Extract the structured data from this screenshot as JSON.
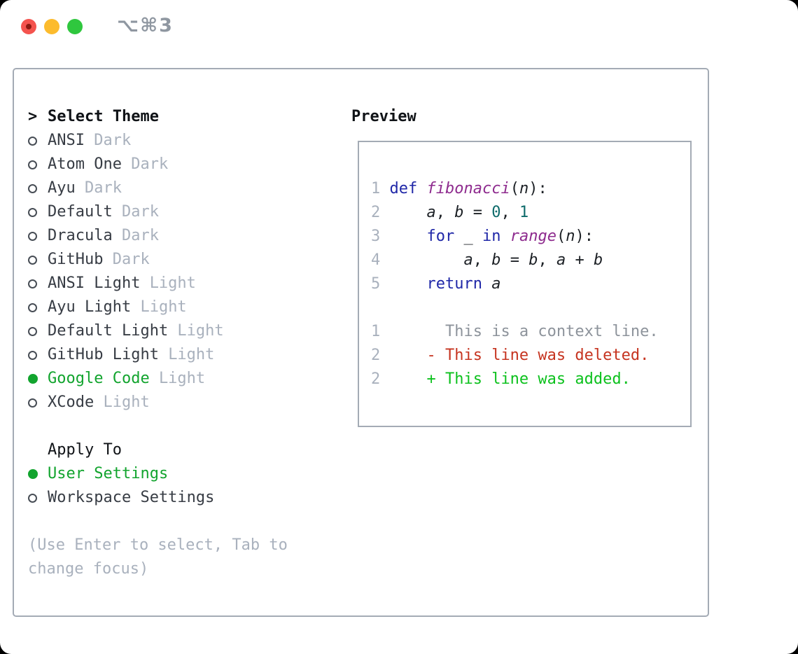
{
  "window": {
    "title": "⌥⌘3"
  },
  "colors": {
    "accent_green": "#12a42e",
    "text_primary": "#373c44",
    "text_heading": "#101317",
    "text_secondary": "#a9b1bd",
    "border": "#a4abb5",
    "title_gray": "#8f97a1",
    "traffic_red": "#f4534e",
    "traffic_red_dot": "#8c1a12",
    "traffic_yellow": "#fcbb2d",
    "traffic_green": "#2fc73e",
    "code_keyword": "#2028a8",
    "code_function": "#8e2b8e",
    "code_literal": "#0e6b6b",
    "code_plain": "#1d2126",
    "code_line_number": "#a9b1bd",
    "diff_context": "#8d939b",
    "diff_deleted": "#c63420",
    "diff_added": "#0cc11d"
  },
  "picker": {
    "header_prefix": ">",
    "header_label": "Select Theme",
    "items": [
      {
        "label": "ANSI",
        "variant": "Dark",
        "selected": false
      },
      {
        "label": "Atom One",
        "variant": "Dark",
        "selected": false
      },
      {
        "label": "Ayu",
        "variant": "Dark",
        "selected": false
      },
      {
        "label": "Default",
        "variant": "Dark",
        "selected": false
      },
      {
        "label": "Dracula",
        "variant": "Dark",
        "selected": false
      },
      {
        "label": "GitHub",
        "variant": "Dark",
        "selected": false
      },
      {
        "label": "ANSI Light",
        "variant": "Light",
        "selected": false
      },
      {
        "label": "Ayu Light",
        "variant": "Light",
        "selected": false
      },
      {
        "label": "Default Light",
        "variant": "Light",
        "selected": false
      },
      {
        "label": "GitHub Light",
        "variant": "Light",
        "selected": false
      },
      {
        "label": "Google Code",
        "variant": "Light",
        "selected": true
      },
      {
        "label": "XCode",
        "variant": "Light",
        "selected": false
      }
    ],
    "apply_to": {
      "label": "Apply To",
      "options": [
        {
          "label": "User Settings",
          "selected": true
        },
        {
          "label": "Workspace Settings",
          "selected": false
        }
      ]
    },
    "hint": "(Use Enter to select, Tab to change focus)"
  },
  "preview": {
    "title": "Preview",
    "lines": [
      {
        "segments": [
          {
            "t": "1 ",
            "c": "ln"
          },
          {
            "t": "def",
            "c": "kw"
          },
          {
            "t": " ",
            "c": "pln"
          },
          {
            "t": "fibonacci",
            "c": "fn"
          },
          {
            "t": "(",
            "c": "pln"
          },
          {
            "t": "n",
            "c": "var"
          },
          {
            "t": "):",
            "c": "pln"
          }
        ]
      },
      {
        "segments": [
          {
            "t": "2 ",
            "c": "ln"
          },
          {
            "t": "    ",
            "c": "pln"
          },
          {
            "t": "a",
            "c": "var"
          },
          {
            "t": ", ",
            "c": "pln"
          },
          {
            "t": "b",
            "c": "var"
          },
          {
            "t": " = ",
            "c": "pln"
          },
          {
            "t": "0",
            "c": "lit"
          },
          {
            "t": ", ",
            "c": "pln"
          },
          {
            "t": "1",
            "c": "lit"
          }
        ]
      },
      {
        "segments": [
          {
            "t": "3 ",
            "c": "ln"
          },
          {
            "t": "    ",
            "c": "pln"
          },
          {
            "t": "for",
            "c": "kw"
          },
          {
            "t": " _ ",
            "c": "pln"
          },
          {
            "t": "in",
            "c": "kw"
          },
          {
            "t": " ",
            "c": "pln"
          },
          {
            "t": "range",
            "c": "fn"
          },
          {
            "t": "(",
            "c": "pln"
          },
          {
            "t": "n",
            "c": "var"
          },
          {
            "t": "):",
            "c": "pln"
          }
        ]
      },
      {
        "segments": [
          {
            "t": "4 ",
            "c": "ln"
          },
          {
            "t": "        ",
            "c": "pln"
          },
          {
            "t": "a",
            "c": "var"
          },
          {
            "t": ", ",
            "c": "pln"
          },
          {
            "t": "b",
            "c": "var"
          },
          {
            "t": " = ",
            "c": "pln"
          },
          {
            "t": "b",
            "c": "var"
          },
          {
            "t": ", ",
            "c": "pln"
          },
          {
            "t": "a",
            "c": "var"
          },
          {
            "t": " + ",
            "c": "pln"
          },
          {
            "t": "b",
            "c": "var"
          }
        ]
      },
      {
        "segments": [
          {
            "t": "5 ",
            "c": "ln"
          },
          {
            "t": "    ",
            "c": "pln"
          },
          {
            "t": "return",
            "c": "kw"
          },
          {
            "t": " ",
            "c": "pln"
          },
          {
            "t": "a",
            "c": "var"
          }
        ]
      },
      {
        "segments": []
      },
      {
        "segments": [
          {
            "t": "1 ",
            "c": "ln"
          },
          {
            "t": "      This is a context line.",
            "c": "ctx"
          }
        ]
      },
      {
        "segments": [
          {
            "t": "2 ",
            "c": "ln"
          },
          {
            "t": "    - This line was deleted.",
            "c": "del"
          }
        ]
      },
      {
        "segments": [
          {
            "t": "2 ",
            "c": "ln"
          },
          {
            "t": "    + This line was added.",
            "c": "add"
          }
        ]
      }
    ]
  }
}
